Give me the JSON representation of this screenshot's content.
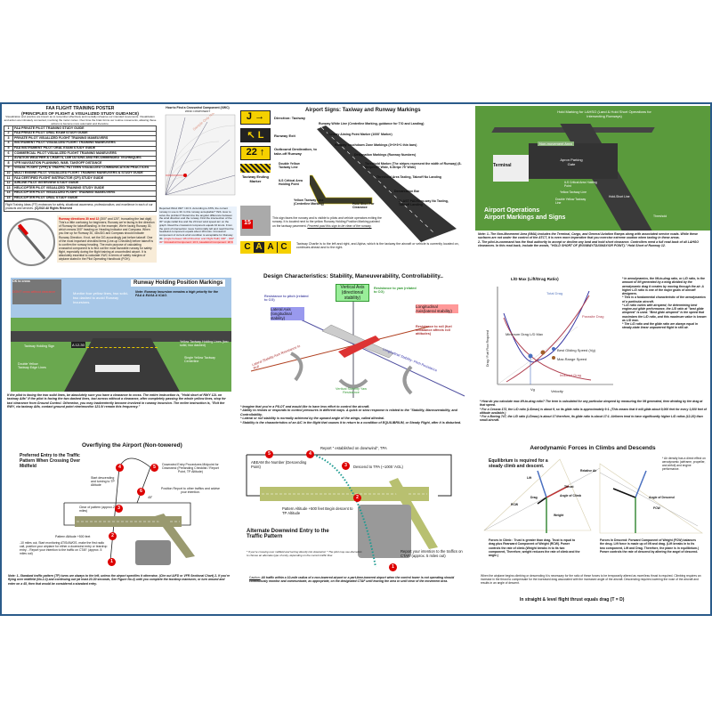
{
  "header": {
    "title": "FAA FLIGHT TRAINING POSTER",
    "subtitle": "(PRINCIPLES OF FLIGHT & VISUALIZED STUDY GUIDANCE)",
    "intro": "Visualization and practice are known as to remember effectively and mentally rehearse our intended movements. Visualization and action are intimately connected, involving the motor cortex. Over time the brain forms our routine movements, allowing these actions to become more automatic and therefore."
  },
  "guide_list": [
    {
      "n": "1",
      "label": "FAA PRIVATE PILOT TRAINING STUDY GUIDE"
    },
    {
      "n": "2",
      "label": "FAA PRIVATE PILOT ORAL EXAM STUDY GUIDE"
    },
    {
      "n": "3",
      "label": "PRIVATE PILOT VISUALIZED FLIGHT TRAINING MANEUVERS"
    },
    {
      "n": "4",
      "label": "INSTRUMENT PILOT VISUALIZED FLIGHT TRAINING MANEUVERS"
    },
    {
      "n": "5",
      "label": "FAA INSTRUMENT PILOT ORAL EXAM STUDY GUIDE"
    },
    {
      "n": "6",
      "label": "COMMERCIAL PILOT VISUALIZED FLIGHT TRAINING MANEUVERS"
    },
    {
      "n": "7",
      "label": "AVIATION WEATHER & CHARTS, LIMITATIONS AND RECOMMENDED TECHNIQUES"
    },
    {
      "n": "8",
      "label": "VFR NAVIGATION PLANNING, W&B, TAKEOFF DISTANCE"
    },
    {
      "n": "9",
      "label": "VISUAL FLIGHT (VFR) & TRAFFIC PATTERN VISUALIZED COMMUNICATION PRACTICES"
    },
    {
      "n": "10",
      "label": "MULTI ENGINE PILOT VISUALIZED FLIGHT TRAINING MANEUVERS & STUDY GUIDE"
    },
    {
      "n": "11",
      "label": "FAA CERTIFIED FLIGHT INSTRUCTOR (CFI) STUDY GUIDE"
    },
    {
      "n": "12",
      "label": "AIRLINE PILOT INTERVIEW STUDY GUIDE"
    },
    {
      "n": "13",
      "label": "HELICOPTER PILOT VISUALIZED TRAINING STUDY GUIDE"
    },
    {
      "n": "14",
      "label": "HELICOPTER PILOT VISUALIZED FLIGHT TRAINING MANEUVERS"
    },
    {
      "n": "15",
      "label": "HELICOPTER PILOT ORAL STUDY GUIDE"
    }
  ],
  "footer_note": "Flight Training Ideas (FTI) endeavors for safety, situational awareness, professionalism, and excellence in each of our products and services.",
  "copyright": "(C)2022 All Rights Reserved",
  "runway_text": {
    "highlight": "Runway directions 30 and 12",
    "body": "(300° and 120°, truncating the last digit). This's a little confusing for beginners; Runway we're facing is the direction of Runway for takeoff/landing. In the example, We're facing Runway 30, which means 300° heading on Heading Indicator and Compass. When you line up for Runway 30, 4Ds/DG and Compass should indicate Runway Direction. If not, set the DG accordingly just before takeoff. One of the most important checklist items (Line-up Checklist) before takeoff is to confirm the runway heading. The main purpose of calculating crosswind component is to find out the most favorable runway for safety flight, especially during the flight training at uncontrolled airport. It is absolutely essential to calculate XWC in terms of safety margins of airplane stated in the Pilot Operating Handbook (POH)."
  },
  "crosswind": {
    "title": "How to Find a Crosswind Component (XWC)",
    "subtitle": "WIND COMPONENT",
    "sample": "Sample Only Not for Operational Use",
    "angle": "30°",
    "text": "Reported Wind 330° / 20 K. According to ATIS, the current runway in use is 30. Is this runway acceptable? YES. How to solve the problem? Determine the angular difference between the wind direction and the runway. Find the intersection of the 30° angle radial line and the 20 knot wind speed arc on the graph. Read the crosswind component equals 10 knots. From the point of intersection move horizontally left and read that the headwind component equals about 18 knots. Crosswind component of current wind condition is acceptable for Runway 30.",
    "highlight1": "(Angle between Wind Direction and Flight Path) 330° - 300° 30°",
    "highlight2": "Crosswind Component: 10 K, Headwind Component: 18 K"
  },
  "signs": {
    "title": "Airport Signs: Taxiway and Runway Markings",
    "j_sign": "J →",
    "l_sign": "↖ L",
    "r22_sign": "22 ↑",
    "direction": "Direction: Taxiway",
    "exit": "Runway Exit",
    "outbound": "Outbound Destination, to take-off Runway",
    "ending": "Taxiway Ending Marker",
    "labels": [
      "Runway White Line (Centerline Marking, guidance for T/O and Landing)",
      "Runway Aiming Point Marker (1000' Marker)",
      "Runway Touchdown Zone Markings (3+3+3+1 thin bars)",
      "Designation Markings (Runway Numbers)",
      "Threshold Marker (The stripes represent the width of Runway) (8-Stripe100' Wide, 6-Stripe 75' Wide)",
      "Threshold Area Taxiing, Takeoff No Landing",
      "Demarcation Bar",
      "BLAST PAD/Stop-way No Taxiing, Takeoff Landing",
      "Double Yellow Taxiway Line",
      "ILS Critical Area Holding Point",
      "Yellow Taxiway Line (Centerline Marking)",
      "Hold Short For Clearance"
    ],
    "holding_sign_text": "This sign faces the runway and is visible to pilots and vehicle operators exiting the runway. It is located next to the yellow Runway Holding Position Marking painted on the taxiway pavement.",
    "holding_sign_link": "Proceed past this sign to be clear of the runway.",
    "rwy_15": "15",
    "caac": [
      "C",
      "A",
      "A",
      "C"
    ],
    "caac_text": "Taxiway Charlie is to the left and right, and Alpha, which is the taxiway the aircraft or vehicle is currently located on, continues ahead and to the right."
  },
  "airport_ops": {
    "title1": "Airport Operations",
    "title2": "Airport Markings and Signs",
    "lahso": "Hold Marking for LAHSO (Land & Hold Short Operations for Intersecting Runways)",
    "terminal": "Terminal",
    "nonmove": "Non-movement Area",
    "apron": "Apron Parking Gate",
    "labels": [
      "ILS Critical Area Holding Point",
      "Yellow Taxiway Line",
      "Double Yellow Taxiway Line",
      "Hold-Short Line",
      "Threshold"
    ],
    "note1": "Note: 1- The Non-Movement Area (NMA) includes the Terminal, Cargo, and General Aviation Ramps along with associated service roads. While these surfaces are not under the control of the ATCT, it is even more imperative that you exercise extreme caution when taxiing in these areas.",
    "note2": "2- The pilot-in-command has the final authority to accept or decline any land and hold short clearance. Controllers need a full read back of all LAHSO clearances. In this read back, include the words, \"HOLD SHORT OF (RUNWAY/TAXIWAY/OR POINT).\" Hold Short of Runway 12."
  },
  "holding": {
    "title": "Runway Holding Position Markings",
    "note": "Note: Runway Incursion remains a high priority for the FAA & EASA & ICAO.",
    "ok": "OK to cross",
    "dont": "DON'T cross without clearance",
    "monitor": "Monitor four yellow lines, two solid- two dashed to avoid Runway Incursions.",
    "labels": [
      "Taxiway Holding Sign",
      "Double Yellow Taxiway Edge Lines",
      "Yellow Taxiway Holding Lines (two solid, two dashed)",
      "Single Yellow Taxiway Centerline"
    ],
    "sign": "A 12-30",
    "text": "If the pilot is facing the two solid lines, be absolutely sure you have a clearance to cross. The entire instruction is, \"Hold short of RWY 12L on taxiway Alfa\" If the pilot is facing the two dashed lines, taxi across without a clearance, after completely passing the whole yellow lines, stop for taxi clearance from Ground Control. Otherwise, you may inadvertently become involved in runway incursion. The entire instruction is, \"Exit the RWY, via taxiway Alfa, contact ground point nine/monitor 121.9/ remain this frequency.\""
  },
  "design": {
    "title": "Design Characteristics: Stability, Maneuverability, Controllability..",
    "vertical": "Vertical Axis (directional stability)",
    "yaw": "Resistance to yaw (related to CG)",
    "pitch": "Resistance to pitch (related to CG)",
    "lateral": "Lateral Axis (longitudinal stability)",
    "longitudinal": "Longitudinal Axis(lateral stability)",
    "roll": "Resistance to roll (fuel imbalance affects roll attitudes)",
    "lat_stab": "Lateral Stability Axis Resistance to Roll",
    "long_stab": "Longitudinal Stability- Pitch Resistance",
    "vert_stab": "Vertical Stability Yaw Resistance",
    "bullets": [
      "* Imagine that you're a PILOT and would like to have less effort to control the aircraft.",
      "* Ability to resists or responds to control pressures in different ways. A quick or slow response is related to the \"Stability, Maneuverability, and Controllability.",
      "* Lateral or roll stability is normally achieved by the upward angle of the wings, called dihedral.",
      "* Stability is the characteristics of an A/C in the flight that causes it to return to a condition of EQUILIBRIUM, or Steady Flight, after it is disturbed."
    ]
  },
  "chart_data": {
    "type": "line",
    "title": "L/D Max (Lift/Drag Ratio)",
    "xlabel": "Velocity",
    "ylabel": "Drag / Fuel Flow Required",
    "xtick": "Vg",
    "series": [
      {
        "name": "Total Drag"
      },
      {
        "name": "Parasite Drag"
      },
      {
        "name": "Induced Drag"
      }
    ],
    "annotations": [
      "Minimum Drag L/D Max",
      "Best Gliding Speed (Vg)",
      "Max.Range Speed"
    ]
  },
  "ld_text": {
    "side": [
      "* In aerodynamics, the lift-to-drag ratio, or L/D ratio, is the amount of lift generated by a wing divided by the aerodynamic drag it creates by moving through the air. A higher L/D ratio is one of the major goals of aircraft designers.",
      "* This is a fundamental characteristic of the aerodynamics of a particular aircraft.",
      "* L/D ratio varies with airspeed; for determining best engine-out glide performance, the L/D ratio at \"best glide airspeed\" is used. \"Best glide airspeed\" is the speed that maximizes the L/D ratio, and this maximum value is known as L/D max.",
      "* The L/D ratio and the glide ratio are always equal in steady-state linear unpowered flight in still air."
    ],
    "bottom": [
      "* How do you calculate max lift-to-drag ratio? The term is calculated for any particular airspeed by measuring the lift generated, then dividing by the drag at that speed.",
      "* For a Cessna 172, the L/D ratio (L/Dmax) is about 9, so its glide ratio is approximately 9:1. (This means that it will glide about 9,000 feet for every 1,000 feet of altitude available.)",
      "* For a Boeing 747, the L/D ratio (L/Dmax) is about 17 therefore, its glide ratio is about 17:1. Airliners tend to have significantly higher L/D ratios (12-20) than small aircraft."
    ]
  },
  "overfly": {
    "title": "Overflying the Airport (Non-towered)",
    "subtitle": "Preferred Entry to the Traffic Pattern When Crossing Over Midfield",
    "start": "Start descending and turning to TP Altitude",
    "downwind": "Downwind Entry Procedures Midpoint for Downwind (Prelanding Checklist / Report Point, TP Altitude)",
    "position": "Position Report to other traffics and advise your intention.",
    "angle": "45°",
    "clear": "Clear of pattern (approx.2 miles)",
    "pattern": "Pattern Altitude +500 feet",
    "ten": "-10 miles out, Start monitoring ATIS/AWOS, make the first radio call, position your airplane for either a downwind entry or teardrop entry. - Report your intention to the traffic on CTAF. (approx. 5 miles out)",
    "points": [
      "1",
      "2",
      "3",
      "4",
      "5",
      "6"
    ],
    "note": "Note: 1- Standard traffic pattern (TP) turns are always to the left, unless the airport specifies it otherwise. (Che out A/FD or VFR Sectional Chart) 2- If you're flying over midfield (No.2-3) and continuing out (at least 20-30 seconds, See Figure No.4) until you complete the teardrop maneuver, or turn around and enter on a 45, then that would be considered a standard entry."
  },
  "alternate": {
    "title": "Alternate Downwind Entry to the Traffic Pattern",
    "report": "Report \" established on downwind\", TPA",
    "abeam": "ABEAM the Number (Descending Point)",
    "descend": "Descend to TPA (~1000 'AGL)",
    "pattern": "Pattern Altitude +500 feet Begin descent to TP Altitude",
    "intent": "Report your intention to the traffics on CTAF. (approx. 5 miles out)",
    "notes": "* If you're crossing over midfield and turning directly into downwind. * The pilot may use discretion to choose an alternate type of entry, depending on the current traffic flow.",
    "points": [
      "1",
      "2",
      "3",
      "4",
      "5"
    ],
    "caution_label": "Caution:",
    "caution": "All traffic within a 10-mile radius of a non-towered airport or a part-time-towered airport when the control tower is not operating should continuously monitor and communicate, as appropriate, on the designated CTAF until leaving the area or until clear of the movement area."
  },
  "aero": {
    "title": "Aerodynamic Forces in Climbs and Descends",
    "equilibrium": "Equilibrium is required for a steady climb and descent.",
    "density": "* Air density has a direct effect on aerodynamic (airframe, propeller, and airfoil) and engine performance.",
    "labels": [
      "Lift",
      "Thrust",
      "Drag",
      "Weight",
      "RCW",
      "Angle of Climb",
      "Relative Air",
      "Angle of Descend",
      "FCW"
    ],
    "climb": "Forces in Climb : Trust is greater than drag. Trust is equal to drag plus Rearward Component of Weight (RCW). Power controls the rate of climb.(Weight breaks in to its two component, Therefore, weight reduces the rate of climb and the angle.)",
    "descend": "Forces In Descend: Forward Component of Weight (FCW) balances the drug. Lift force is made up of lift and drag. (Lift breaks in to its two component, Lift and Drag. Therefore, the plane is in equilibrium.) Power controls the rate of descend by altering the angel of descend.",
    "body": "When the airplane begins climbing or descending it is necessary for the ratio of these forces to be temporarily altered as more/less thrust is required. Climbing requires an increase in the thrust to compensate for the increased drag associated with the increased angle of the aircraft. Descending requires lowering the nose of the aircraft and results in an angle of descent.",
    "tagline": "In straight & level flight thrust equals drag (T = D)"
  },
  "colors": {
    "border": "#2a5b8a",
    "grass": "#5a9a3c",
    "asphalt": "#3a3a3a",
    "sign_yellow": "#f5d000",
    "alert_red": "#d00000",
    "note_bg": "#f8ecd8"
  }
}
